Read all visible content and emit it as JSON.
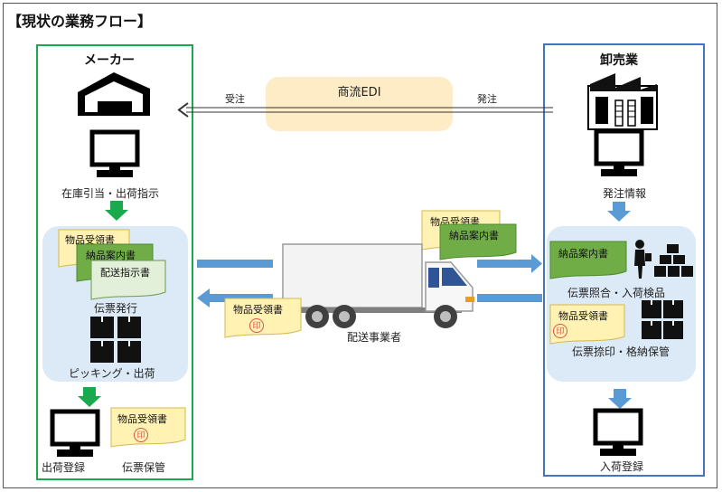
{
  "title": "【現状の業務フロー】",
  "edi": {
    "label": "商流EDI",
    "receive": "受注",
    "order": "発注"
  },
  "maker": {
    "heading": "メーカー",
    "allocation": "在庫引当・出荷指示",
    "doc_receipt": "物品受領書",
    "doc_delivery_guide": "納品案内書",
    "doc_shipping_instruction": "配送指示書",
    "slip_issue": "伝票発行",
    "picking": "ピッキング・出荷",
    "shipping_register": "出荷登録",
    "slip_archive": "伝票保管",
    "doc_receipt_stamped": "物品受領書",
    "stamp": "印"
  },
  "carrier": {
    "label": "配送事業者",
    "doc_receipt": "物品受領書",
    "doc_delivery_guide": "納品案内書",
    "doc_receipt_returned": "物品受領書",
    "stamp": "印"
  },
  "wholesaler": {
    "heading": "卸売業",
    "order_info": "発注情報",
    "doc_delivery_guide": "納品案内書",
    "inspection": "伝票照合・入荷検品",
    "doc_receipt": "物品受領書",
    "stamp": "印",
    "stamping_storage": "伝票捺印・格納保管",
    "receiving_register": "入荷登録"
  },
  "colors": {
    "maker_border": "#1aaa4e",
    "wholesaler_border": "#4472c4",
    "edi_band": "#fdecc6",
    "zone": "#dce9f6",
    "doc_yellow": "#fff2b3",
    "doc_green": "#70ad47",
    "doc_pale_green": "#e2efd9",
    "arrow_green": "#1aaa4e",
    "arrow_blue": "#5b9bd5"
  }
}
